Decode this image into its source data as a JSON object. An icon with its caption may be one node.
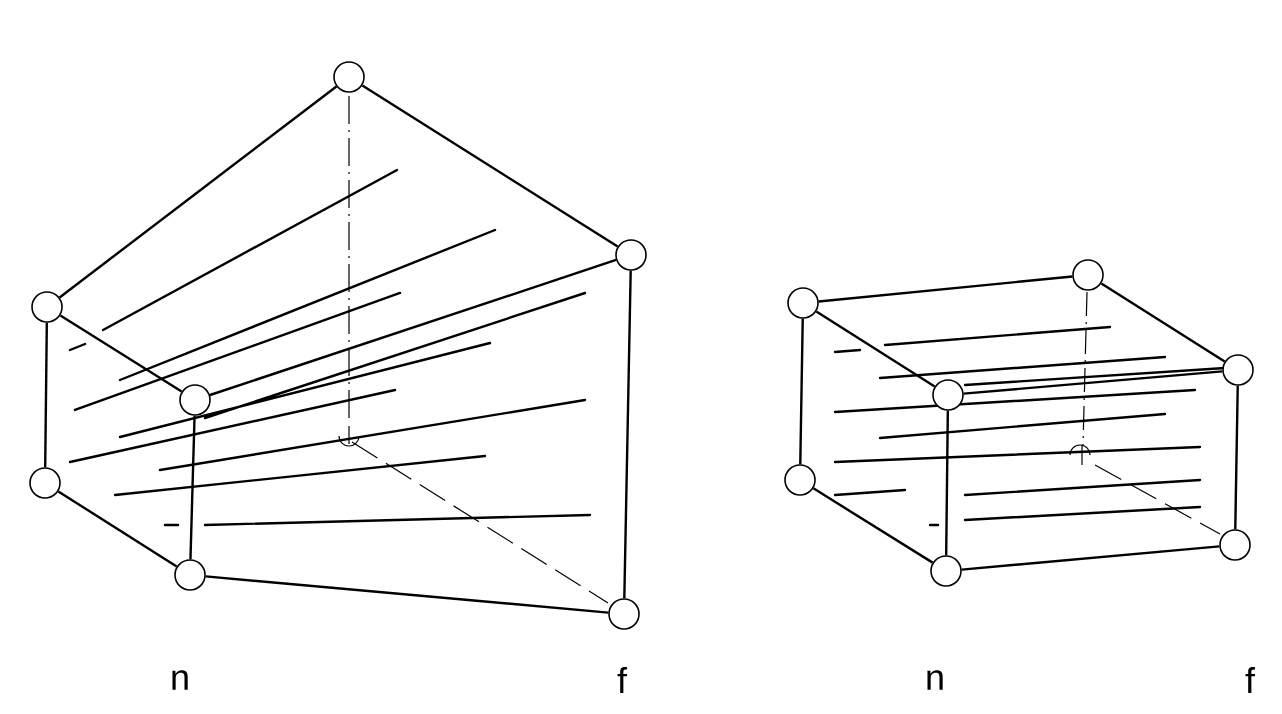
{
  "diagram": {
    "nodes": [
      {
        "text": [],
        "shape": "circle"
      },
      {
        "text": [],
        "shape": "circle"
      },
      {
        "text": [],
        "shape": "circle"
      },
      {
        "text": [],
        "shape": "circle"
      },
      {
        "text": [],
        "shape": "circle"
      },
      {
        "text": [],
        "shape": "circle"
      },
      {
        "text": [],
        "shape": "circle"
      },
      {
        "text": [],
        "shape": "circle"
      },
      {
        "text": [],
        "shape": "circle"
      },
      {
        "text": [],
        "shape": "circle"
      },
      {
        "text": [],
        "shape": "circle"
      },
      {
        "text": [],
        "shape": "circle"
      },
      {
        "text": [],
        "shape": "circle"
      },
      {
        "text": [],
        "shape": "circle"
      }
    ],
    "edges": [
      {
        "from": 0,
        "to": 4,
        "arrow": "none"
      },
      {
        "from": 4,
        "to": 6,
        "arrow": "none"
      },
      {
        "from": 0,
        "to": 3,
        "arrow": "none"
      },
      {
        "from": 3,
        "to": 6,
        "arrow": "none"
      },
      {
        "from": 0,
        "to": 1,
        "arrow": "none"
      },
      {
        "from": 1,
        "to": 2,
        "arrow": "none"
      },
      {
        "from": 3,
        "to": 2,
        "arrow": "none"
      },
      {
        "from": 2,
        "to": 5,
        "arrow": "none"
      },
      {
        "from": 6,
        "to": 5,
        "arrow": "none"
      },
      {
        "from": 8,
        "to": 11,
        "arrow": "none"
      },
      {
        "from": 11,
        "to": 13,
        "arrow": "none"
      },
      {
        "from": 8,
        "to": 10,
        "arrow": "none"
      },
      {
        "from": 10,
        "to": 13,
        "arrow": "none"
      },
      {
        "from": 8,
        "to": 7,
        "arrow": "none"
      },
      {
        "from": 7,
        "to": 9,
        "arrow": "none"
      },
      {
        "from": 10,
        "to": 9,
        "arrow": "none"
      },
      {
        "from": 9,
        "to": 12,
        "arrow": "none"
      },
      {
        "from": 13,
        "to": 12,
        "arrow": "none"
      }
    ],
    "labels": [
      "n",
      "f",
      "n",
      "f"
    ]
  }
}
